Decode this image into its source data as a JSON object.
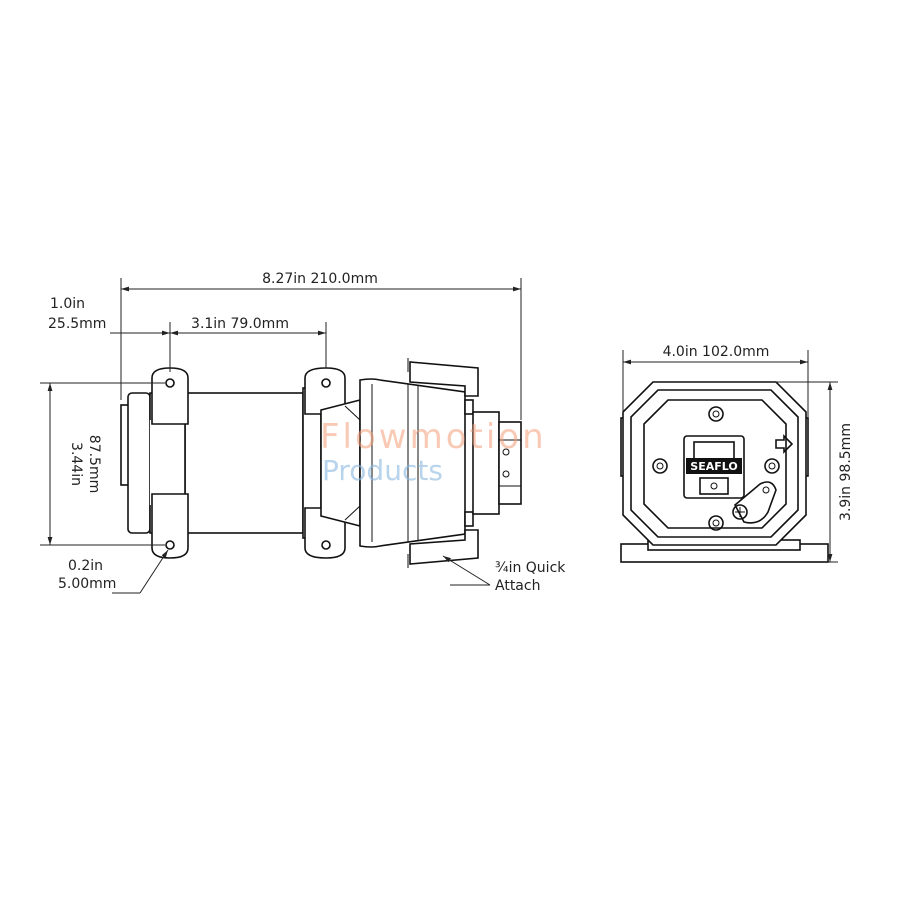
{
  "side_view": {
    "dims": {
      "overall_length": "8.27in  210.0mm",
      "front_offset_in": "1.0in",
      "front_offset_mm": "25.5mm",
      "mount_spacing": "3.1in  79.0mm",
      "height_in": "3.44in",
      "height_mm": "87.5mm",
      "hole_in": "0.2in",
      "hole_mm": "5.00mm"
    },
    "callout_line1": "¾in Quick",
    "callout_line2": "Attach"
  },
  "end_view": {
    "dims": {
      "width": "4.0in  102.0mm",
      "height": "3.9in  98.5mm"
    },
    "brand_label": "SEAFLO"
  },
  "watermark": {
    "line1": "Flowmotion",
    "line2": "Products"
  }
}
